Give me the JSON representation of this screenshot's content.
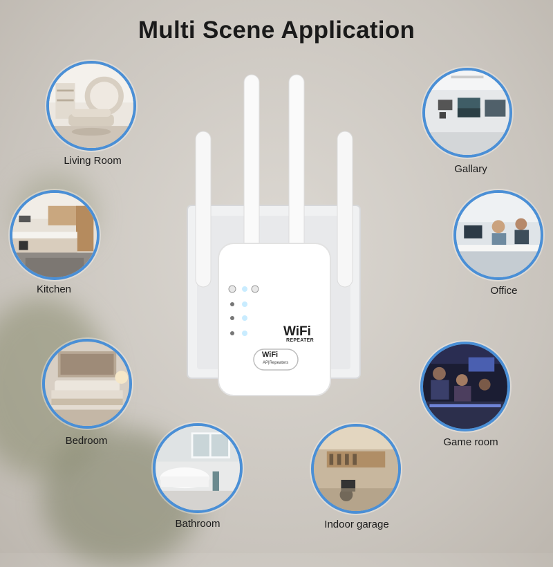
{
  "title": "Multi Scene Application",
  "scenes": {
    "living_room": "Living Room",
    "kitchen": "Kitchen",
    "bedroom": "Bedroom",
    "bathroom": "Bathroom",
    "gallary": "Gallary",
    "office": "Office",
    "game_room": "Game room",
    "indoor_garage": "Indoor garage"
  },
  "device": {
    "logo_main": "WiFi",
    "logo_sub": "REPEATER",
    "badge_main": "WiFi",
    "badge_sub": "AP|Repeaters"
  },
  "colors": {
    "ring": "#4a8fd6",
    "title": "#1a1a1a"
  }
}
